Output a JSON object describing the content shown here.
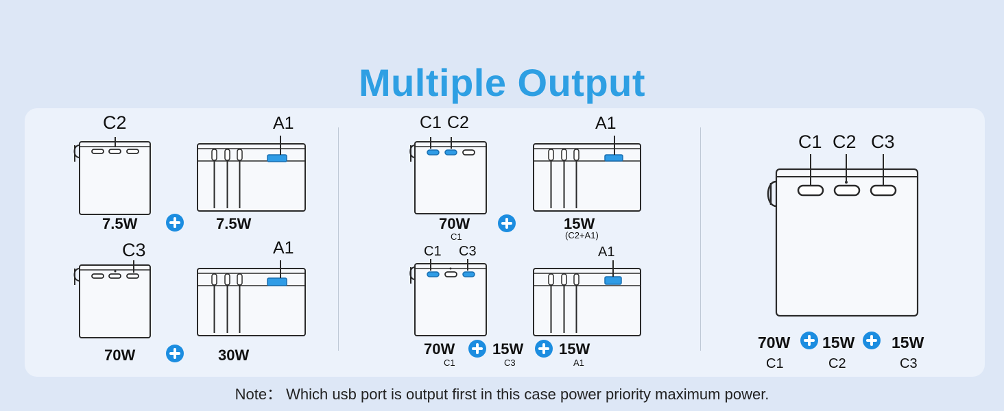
{
  "title": "Multiple Output",
  "note": "Note： Which usb port is output first in this case power priority maximum power.",
  "colors": {
    "title": "#2e9fe3",
    "plus": "#1c8de0",
    "active_port": "#2f9ce6"
  },
  "icons": [
    "plus-icon",
    "charger-front-icon",
    "charger-side-icon",
    "usb-c-port-icon",
    "usb-a-port-icon"
  ],
  "left": {
    "top": {
      "port1": "C2",
      "port2": "A1",
      "watt1": "7.5W",
      "watt2": "7.5W"
    },
    "bottom": {
      "port1": "C3",
      "port2": "A1",
      "watt1": "70W",
      "watt2": "30W"
    }
  },
  "middle": {
    "top": {
      "port1a": "C1",
      "port1b": "C2",
      "port2": "A1",
      "watt1": "70W",
      "sub1": "C1",
      "watt2": "15W",
      "sub2": "(C2+A1)"
    },
    "bottom": {
      "port1a": "C1",
      "port1b": "C3",
      "port2": "A1",
      "watt1": "70W",
      "sub1": "C1",
      "watt2": "15W",
      "sub2": "C3",
      "watt3": "15W",
      "sub3": "A1"
    }
  },
  "right": {
    "port1": "C1",
    "port2": "C2",
    "port3": "C3",
    "watt1": "70W",
    "sub1": "C1",
    "watt2": "15W",
    "sub2": "C2",
    "watt3": "15W",
    "sub3": "C3"
  }
}
